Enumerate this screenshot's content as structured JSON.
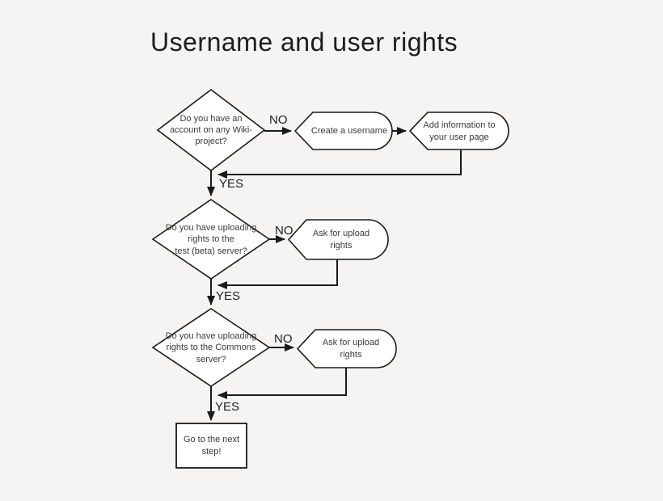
{
  "title": "Username and user rights",
  "colors": {
    "background": "#f5f4f2",
    "shape_fill": "#ffffff",
    "stroke": "#1a1a1a",
    "node_text": "#3a3a3a",
    "edge_label_text": "#1f1f1f"
  },
  "flowchart": {
    "nodes": {
      "q_account": {
        "type": "decision",
        "label": "Do you have an\naccount on any Wiki-\nproject?"
      },
      "create_username": {
        "type": "process",
        "label": "Create a username"
      },
      "add_info": {
        "type": "process",
        "label": "Add information to\nyour user page"
      },
      "q_test_rights": {
        "type": "decision",
        "label": "Do you have uploading\nrights to the\ntest (beta) server?"
      },
      "ask_rights_test": {
        "type": "process",
        "label": "Ask for upload rights"
      },
      "q_commons_rights": {
        "type": "decision",
        "label": "Do you have uploading\nrights to the Commons\nserver?"
      },
      "ask_rights_commons": {
        "type": "process",
        "label": "Ask for upload rights"
      },
      "next_step": {
        "type": "terminal",
        "label": "Go to the next\nstep!"
      }
    },
    "edge_labels": {
      "no1": "NO",
      "no2": "NO",
      "no3": "NO",
      "yes1": "YES",
      "yes2": "YES",
      "yes3": "YES"
    }
  }
}
